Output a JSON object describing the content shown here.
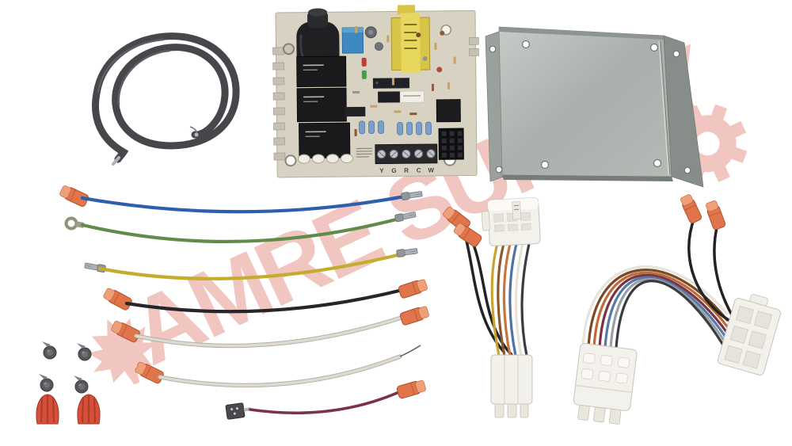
{
  "product_photo": {
    "description": "Furnace ignition control module kit: control board, mounting plate, ignition cable, wire leads, two wiring harnesses, screws and wire nuts on white background",
    "background_color": "#ffffff"
  },
  "watermark": {
    "text": "AMRE SUPPLY",
    "color": "#db6a5c",
    "opacity": "0.38",
    "icons": [
      "maple-leaf-icon",
      "gear-icon"
    ]
  },
  "control_board": {
    "board_color": "#d8d2c2",
    "terminal_labels": [
      "Y",
      "G",
      "R",
      "C",
      "W"
    ],
    "led_colors": {
      "led1": "#c23c30",
      "led2": "#3fa048"
    },
    "transformer_color": "#d8c446",
    "relay_color": "#1a1a1d",
    "blue_component_color": "#3e8ac0"
  },
  "mounting_plate": {
    "color": "#aab0ab",
    "hole_count": 8
  },
  "ignition_cable": {
    "color": "#46474b"
  },
  "wires": [
    {
      "name": "blue-wire",
      "color": "#2e5fae",
      "left_terminal": "orange-quick-connect",
      "right_terminal": "metal-spade"
    },
    {
      "name": "green-wire",
      "color": "#5f8c49",
      "left_terminal": "ring-terminal",
      "right_terminal": "metal-spade"
    },
    {
      "name": "yellow-wire",
      "color": "#c4ac2e",
      "left_terminal": "metal-spade",
      "right_terminal": "metal-spade"
    },
    {
      "name": "black-wire",
      "color": "#26262a",
      "left_terminal": "orange-quick-connect",
      "right_terminal": "orange-quick-connect"
    },
    {
      "name": "white-wire-1",
      "color": "#dedad2",
      "left_terminal": "orange-quick-connect",
      "right_terminal": "orange-quick-connect"
    },
    {
      "name": "white-wire-2",
      "color": "#dedad2",
      "left_terminal": "orange-quick-connect",
      "right_terminal": "bare-lead"
    },
    {
      "name": "maroon-wire",
      "color": "#7a3444",
      "left_terminal": "sensor-plug",
      "right_terminal": "orange-quick-connect"
    }
  ],
  "hardware": {
    "screw_count": 4,
    "wire_nut_count": 2,
    "wire_nut_color": "#d5503a",
    "screw_color": "#56575b"
  },
  "harnesses": [
    {
      "name": "small-harness",
      "connector_count": 2,
      "quick_connect_count": 2,
      "wire_colors": [
        "#caa42e",
        "#8a5a2c",
        "#c8743c",
        "#5070a8",
        "#e6e2d8",
        "#3b3b40"
      ]
    },
    {
      "name": "large-harness",
      "connector_count": 2,
      "quick_connect_count": 2,
      "wire_colors": [
        "#e8e4da",
        "#7a4a28",
        "#c06a34",
        "#7a3444",
        "#5878a8",
        "#98a0a8",
        "#3a3a40"
      ]
    }
  ]
}
